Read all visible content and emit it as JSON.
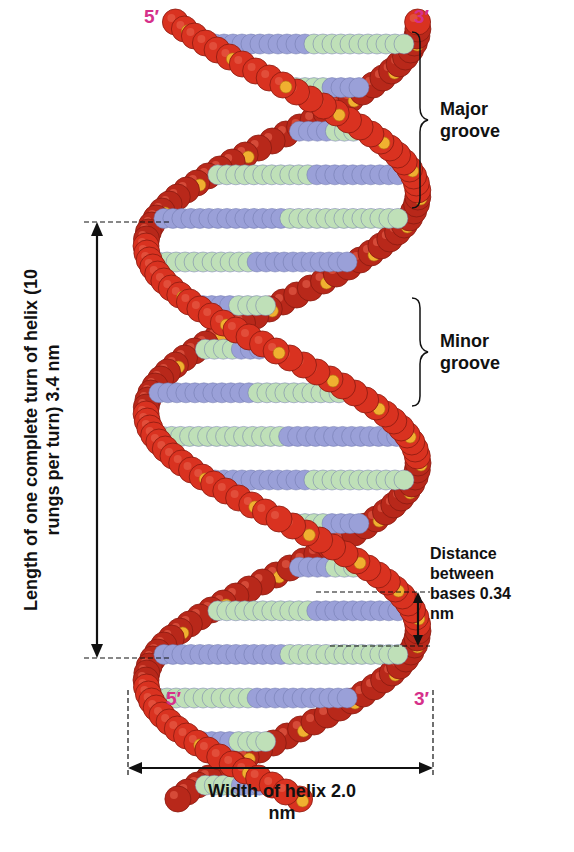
{
  "diagram": {
    "labels": [
      "5′",
      "3′",
      "Major groove",
      "Minor groove",
      "Length of one complete turn of helix (10 rungs per turn) 3.4 nm",
      "Distance between bases 0.34 nm",
      "5′",
      "3′",
      "Width of helix 2.0 nm"
    ]
  }
}
